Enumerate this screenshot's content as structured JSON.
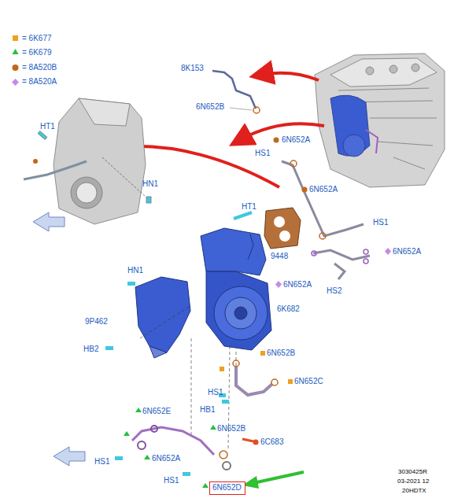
{
  "diagram": {
    "nodes": [
      {
        "text": [
          "6N652D"
        ]
      }
    ],
    "labels": [
      "8K153",
      "6N652B",
      "HT1",
      "6N652A",
      "HS1",
      "6N652A",
      "HN1",
      "HT1",
      "HS1",
      "9448",
      "6N652A",
      "HN1",
      "6N652A",
      "HS2",
      "9P462",
      "6K682",
      "HB2",
      "6N652B",
      "HS1",
      "6N652C",
      "HB1",
      "6N652E",
      "6N652B",
      "6C683",
      "HS1",
      "6N652A",
      "HS1",
      "3030425R",
      "03-2021 12",
      "20HDTX"
    ],
    "legend": [
      {
        "text": "= 6K677"
      },
      {
        "text": "= 6K679"
      },
      {
        "text": "= 8A520B"
      },
      {
        "text": "= 8A520A"
      }
    ]
  }
}
